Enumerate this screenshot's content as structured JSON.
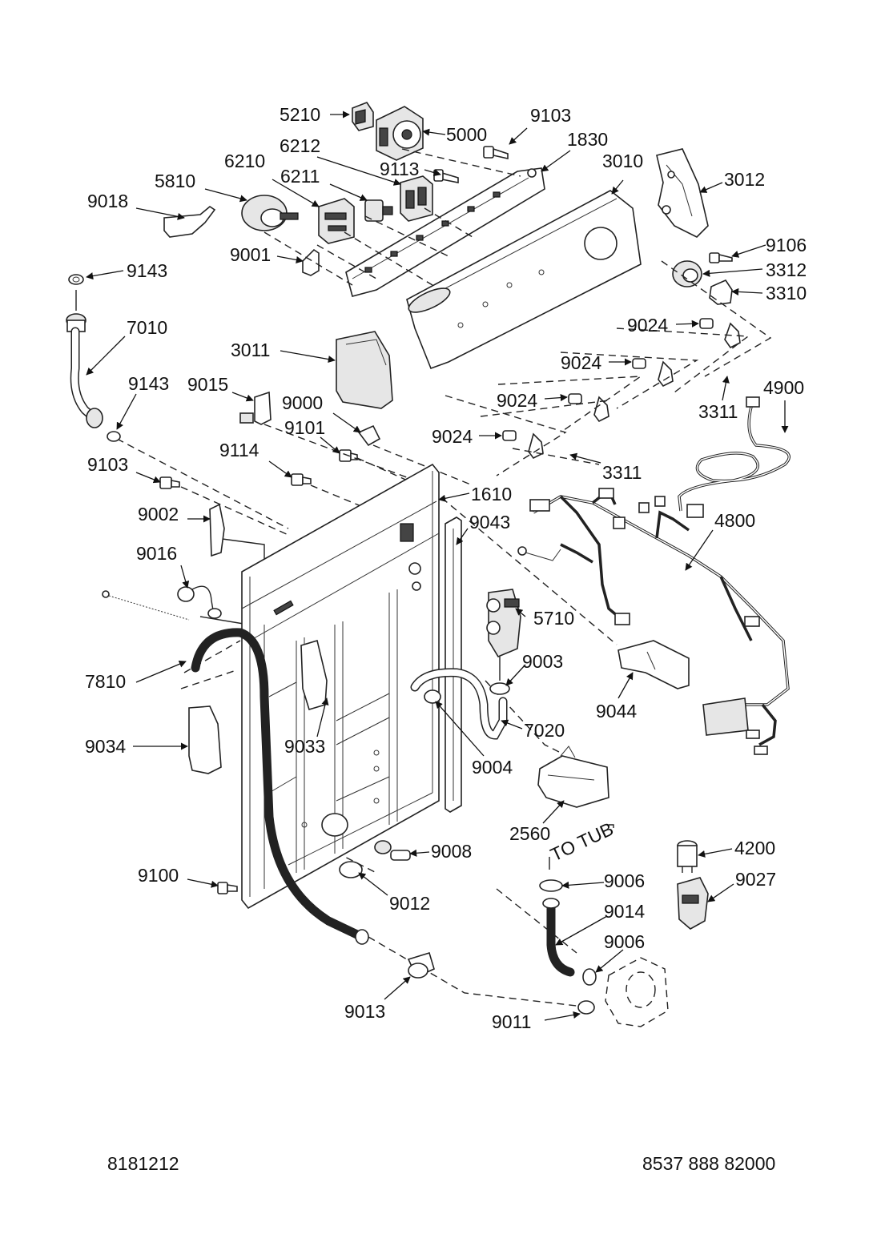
{
  "labels": {
    "p5210": "5210",
    "p5000": "5000",
    "p9103a": "9103",
    "p1830": "1830",
    "p6212": "6212",
    "p6210": "6210",
    "p9113": "9113",
    "p3010": "3010",
    "p3012": "3012",
    "p5810": "5810",
    "p6211": "6211",
    "p9018": "9018",
    "p9001": "9001",
    "p9106": "9106",
    "p3312": "3312",
    "p9143a": "9143",
    "p3310": "3310",
    "p7010": "7010",
    "p9024a": "9024",
    "p3011": "3011",
    "p9024b": "9024",
    "p9143b": "9143",
    "p9015": "9015",
    "p4900": "4900",
    "p3311a": "3311",
    "p9000": "9000",
    "p9024c": "9024",
    "p9101": "9101",
    "p9024d": "9024",
    "p9114": "9114",
    "p3311b": "3311",
    "p9103b": "9103",
    "p1610": "1610",
    "p9002": "9002",
    "p9043": "9043",
    "p4800": "4800",
    "p9016": "9016",
    "p5710": "5710",
    "p9003": "9003",
    "p7810": "7810",
    "p9044": "9044",
    "p7020": "7020",
    "p9034": "9034",
    "p9033": "9033",
    "p9004": "9004",
    "p2560": "2560",
    "p9008": "9008",
    "p4200": "4200",
    "p9100": "9100",
    "p9006a": "9006",
    "p9027": "9027",
    "p9012": "9012",
    "p9014": "9014",
    "p9006b": "9006",
    "p9013": "9013",
    "p9011": "9011"
  },
  "annotation": {
    "to_tub": "TO TUB"
  },
  "footer": {
    "left": "8181212",
    "right": "8537 888 82000"
  }
}
